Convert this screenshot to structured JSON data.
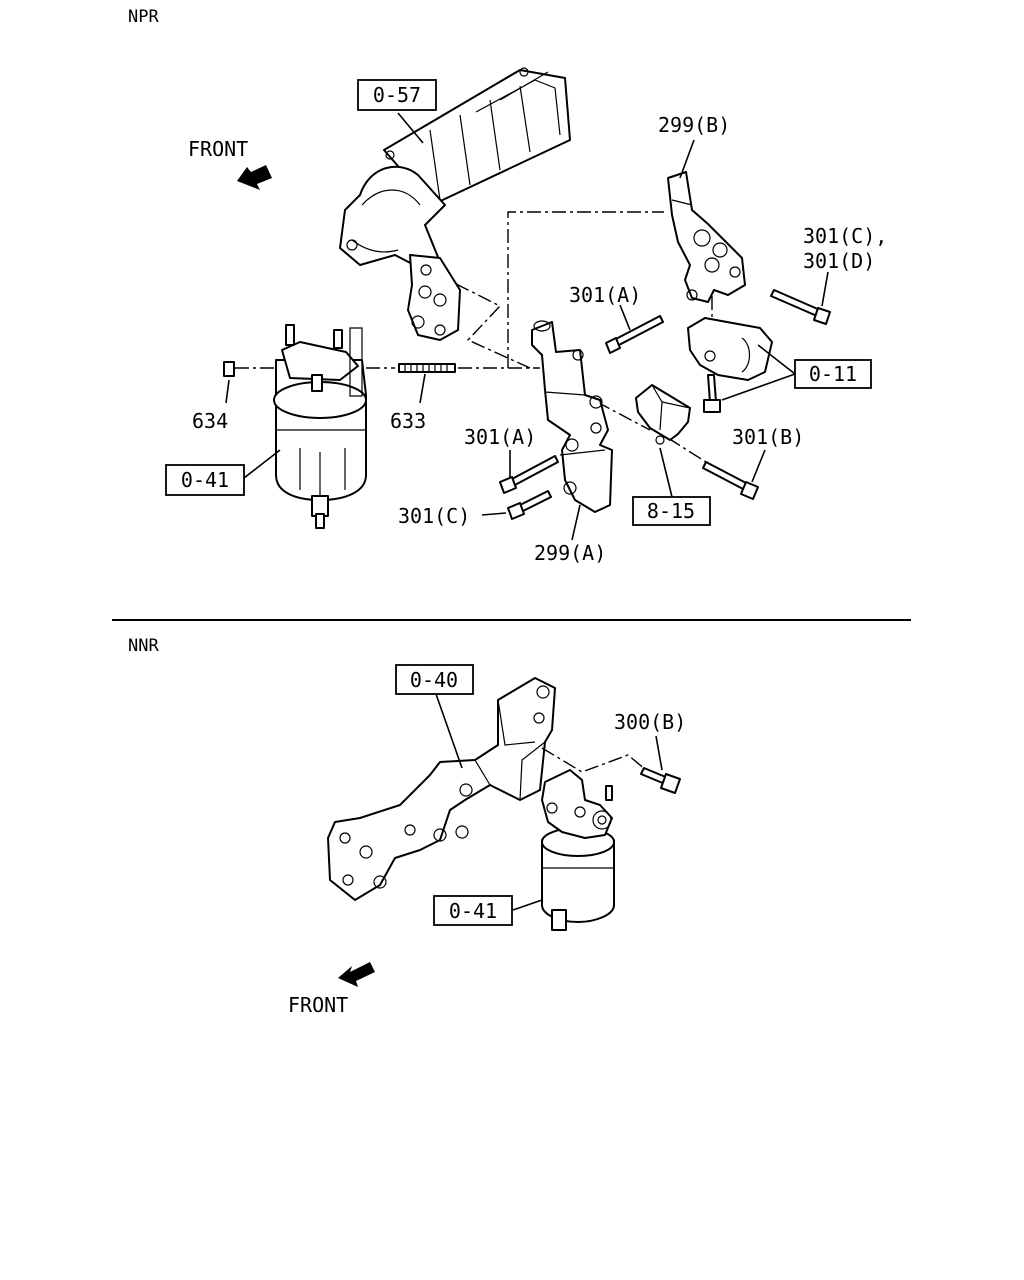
{
  "sections": {
    "top": "NPR",
    "bottom": "NNR"
  },
  "direction": {
    "top_front": "FRONT",
    "bottom_front": "FRONT"
  },
  "callouts": {
    "c057": "0-57",
    "c041_top": "0-41",
    "c011": "0-11",
    "c815": "8-15",
    "c040": "0-40",
    "c041_bottom": "0-41"
  },
  "labels": {
    "p299b": "299(B)",
    "p301cd_1": "301(C),",
    "p301cd_2": "301(D)",
    "p301a_top": "301(A)",
    "p634": "634",
    "p633": "633",
    "p301a_bottom": "301(A)",
    "p301b": "301(B)",
    "p301c": "301(C)",
    "p299a": "299(A)",
    "p300b": "300(B)"
  }
}
